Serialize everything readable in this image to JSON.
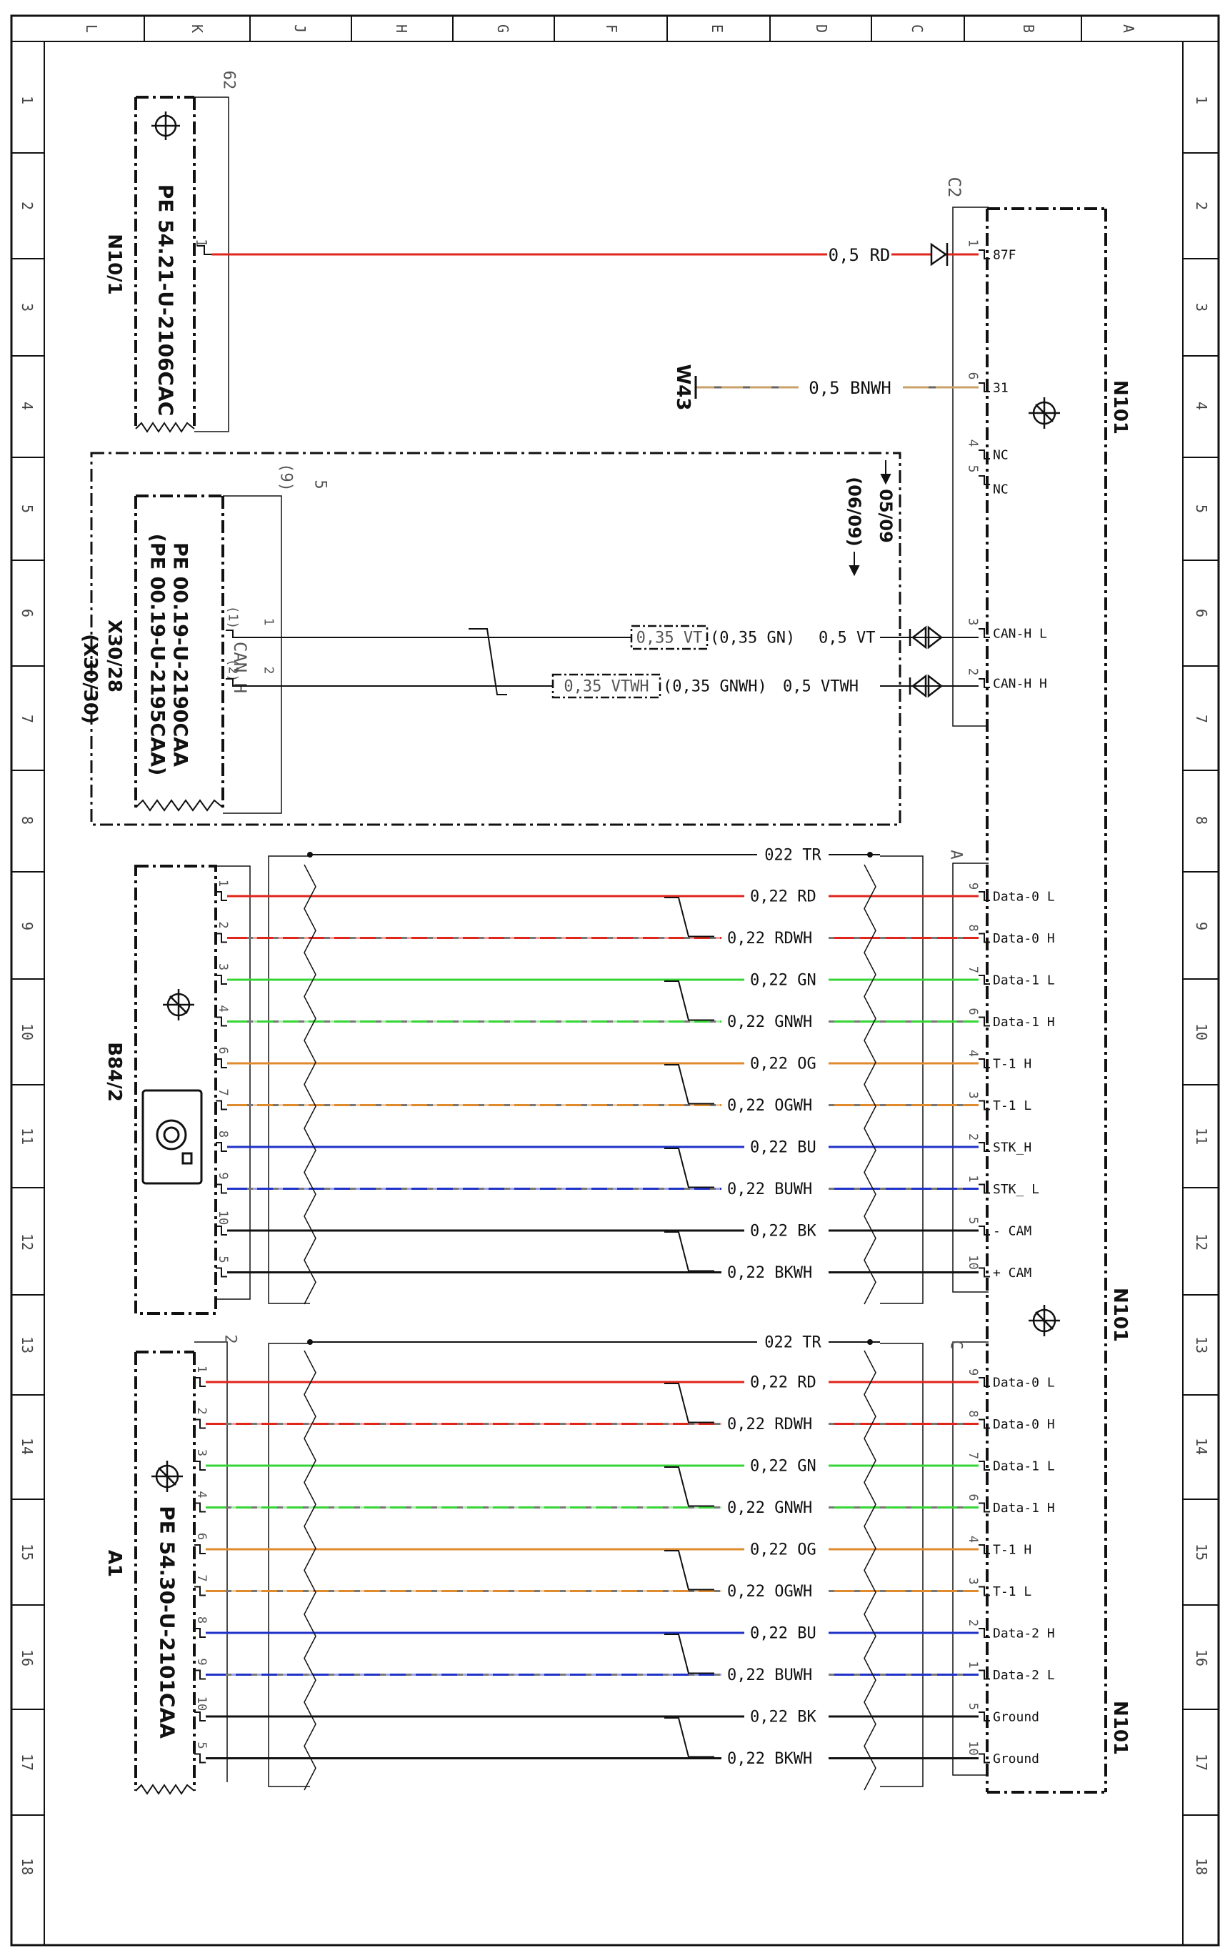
{
  "frame": {
    "columns": [
      "L",
      "K",
      "J",
      "H",
      "G",
      "F",
      "E",
      "D",
      "C",
      "B",
      "A"
    ],
    "rows": [
      "1",
      "2",
      "3",
      "4",
      "5",
      "6",
      "7",
      "8",
      "9",
      "10",
      "11",
      "12",
      "13",
      "14",
      "15",
      "16",
      "17",
      "18"
    ]
  },
  "colors": {
    "RD": "#e0251b",
    "RDWH": "#e0251b",
    "GN": "#35d535",
    "GNWH": "#35d535",
    "OG": "#e08a2e",
    "OGWH": "#e08a2e",
    "BU": "#1f32c8",
    "BUWH": "#1f32c8",
    "BK": "#111111",
    "BKWH": "#111111",
    "BNWH": "#c9a06a",
    "VT": "#111111"
  },
  "n10_1": {
    "name": "N10/1",
    "ref": "PE 54.21-U-2106CAC",
    "pin_top": "62",
    "pin1": "1"
  },
  "n101_top": {
    "name": "N101",
    "connector": "C2",
    "pins": [
      {
        "num": "1",
        "label": "87F"
      },
      {
        "num": "6",
        "label": "31"
      },
      {
        "num": "4",
        "label": "NC"
      },
      {
        "num": "5",
        "label": "NC"
      },
      {
        "num": "3",
        "label": "CAN-H L"
      },
      {
        "num": "2",
        "label": "CAN-H H"
      }
    ]
  },
  "wire_87f": {
    "label": "0,5 RD"
  },
  "wire_31": {
    "label": "0,5 BNWH",
    "ground": "W43"
  },
  "can": {
    "ref_arrow1": "05/09",
    "ref_arrow2": "(06/09)",
    "conn_name": "X30/28",
    "conn_name_alt": "(X30/30)",
    "ref1": "PE 00.19-U-2190CAA",
    "ref2": "(PE 00.19-U-2195CAA)",
    "pin_top": "5",
    "pin_top_alt": "(9)",
    "pin1": "1",
    "pin1_alt": "(1)",
    "pin2": "2",
    "pin2_alt": "(2)",
    "can_label": "CAN H",
    "wire1": {
      "box": "0,35 VT",
      "alt": "(0,35 GN)",
      "label": "0,5 VT"
    },
    "wire2": {
      "box": "0,35 VTWH",
      "alt": "(0,35 GNWH)",
      "label": "0,5 VTWH"
    }
  },
  "b84_2": {
    "name": "B84/2",
    "n101_name": "N101",
    "n101_connector": "A",
    "shield": "022 TR",
    "wires": [
      {
        "left_pin": "1",
        "label": "0,22 RD",
        "color": "RD",
        "dashed": false,
        "right_pin": "9",
        "right_label": "Data-0 L"
      },
      {
        "left_pin": "2",
        "label": "0,22 RDWH",
        "color": "RDWH",
        "dashed": true,
        "right_pin": "8",
        "right_label": "Data-0 H"
      },
      {
        "left_pin": "3",
        "label": "0,22 GN",
        "color": "GN",
        "dashed": false,
        "right_pin": "7",
        "right_label": "Data-1 L"
      },
      {
        "left_pin": "4",
        "label": "0,22 GNWH",
        "color": "GNWH",
        "dashed": true,
        "right_pin": "6",
        "right_label": "Data-1 H"
      },
      {
        "left_pin": "6",
        "label": "0,22 OG",
        "color": "OG",
        "dashed": false,
        "right_pin": "4",
        "right_label": "T-1 H"
      },
      {
        "left_pin": "7",
        "label": "0,22 OGWH",
        "color": "OGWH",
        "dashed": true,
        "right_pin": "3",
        "right_label": "T-1 L"
      },
      {
        "left_pin": "8",
        "label": "0,22 BU",
        "color": "BU",
        "dashed": false,
        "right_pin": "2",
        "right_label": "STK_H"
      },
      {
        "left_pin": "9",
        "label": "0,22 BUWH",
        "color": "BUWH",
        "dashed": true,
        "right_pin": "1",
        "right_label": "STK_ L"
      },
      {
        "left_pin": "10",
        "label": "0,22 BK",
        "color": "BK",
        "dashed": false,
        "right_pin": "5",
        "right_label": "- CAM"
      },
      {
        "left_pin": "5",
        "label": "0,22 BKWH",
        "color": "BKWH",
        "dashed": false,
        "right_pin": "10",
        "right_label": "+ CAM"
      }
    ]
  },
  "a1": {
    "name": "A1",
    "ref": "PE 54.30-U-2101CAA",
    "n101_name": "N101",
    "n101_connector": "C",
    "shield": "022 TR",
    "pin_top": "2",
    "wires": [
      {
        "left_pin": "1",
        "label": "0,22 RD",
        "color": "RD",
        "dashed": false,
        "right_pin": "9",
        "right_label": "Data-0 L"
      },
      {
        "left_pin": "2",
        "label": "0,22 RDWH",
        "color": "RDWH",
        "dashed": true,
        "right_pin": "8",
        "right_label": "Data-0 H"
      },
      {
        "left_pin": "3",
        "label": "0,22 GN",
        "color": "GN",
        "dashed": false,
        "right_pin": "7",
        "right_label": "Data-1 L"
      },
      {
        "left_pin": "4",
        "label": "0,22 GNWH",
        "color": "GNWH",
        "dashed": true,
        "right_pin": "6",
        "right_label": "Data-1 H"
      },
      {
        "left_pin": "6",
        "label": "0,22 OG",
        "color": "OG",
        "dashed": false,
        "right_pin": "4",
        "right_label": "T-1 H"
      },
      {
        "left_pin": "7",
        "label": "0,22 OGWH",
        "color": "OGWH",
        "dashed": true,
        "right_pin": "3",
        "right_label": "T-1 L"
      },
      {
        "left_pin": "8",
        "label": "0,22 BU",
        "color": "BU",
        "dashed": false,
        "right_pin": "2",
        "right_label": "Data-2 H"
      },
      {
        "left_pin": "9",
        "label": "0,22 BUWH",
        "color": "BUWH",
        "dashed": true,
        "right_pin": "1",
        "right_label": "Data-2 L"
      },
      {
        "left_pin": "10",
        "label": "0,22 BK",
        "color": "BK",
        "dashed": false,
        "right_pin": "5",
        "right_label": "Ground"
      },
      {
        "left_pin": "5",
        "label": "0,22 BKWH",
        "color": "BKWH",
        "dashed": false,
        "right_pin": "10",
        "right_label": "Ground"
      }
    ]
  }
}
